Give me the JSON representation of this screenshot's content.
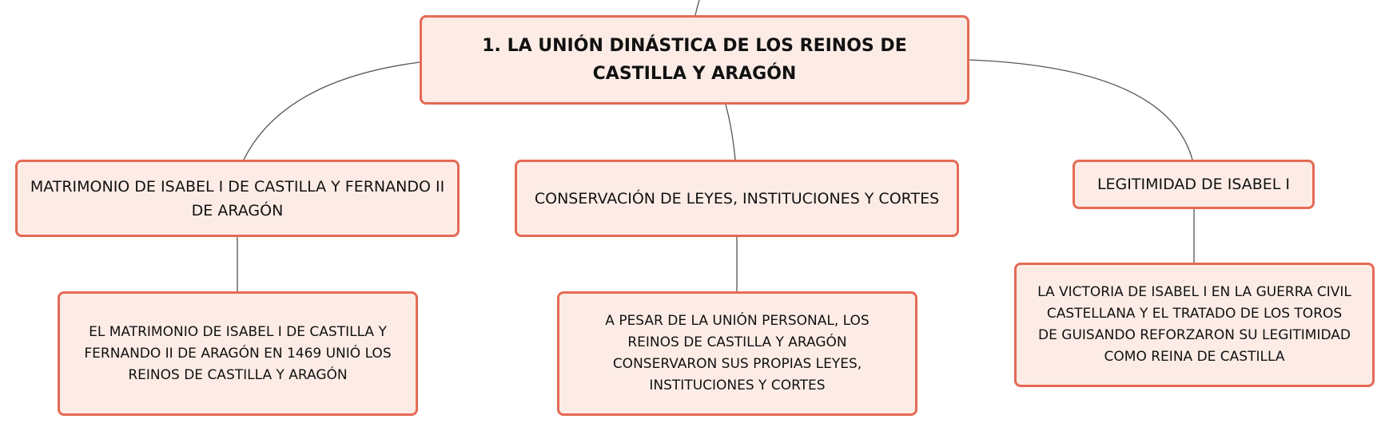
{
  "colors": {
    "node_fill": "#fdece6",
    "node_border": "#e56a56",
    "connector": "#555555",
    "text": "#111111"
  },
  "root": {
    "label": "1. LA UNIÓN DINÁSTICA DE LOS REINOS DE CASTILLA Y ARAGÓN"
  },
  "branches": [
    {
      "label": "MATRIMONIO DE ISABEL I DE CASTILLA Y FERNANDO II DE ARAGÓN",
      "detail": "EL MATRIMONIO DE ISABEL I DE CASTILLA Y FERNANDO II DE ARAGÓN EN 1469 UNIÓ LOS REINOS DE CASTILLA Y ARAGÓN"
    },
    {
      "label": "CONSERVACIÓN DE LEYES, INSTITUCIONES Y CORTES",
      "detail": "A PESAR DE LA UNIÓN PERSONAL, LOS REINOS DE CASTILLA Y ARAGÓN CONSERVARON SUS PROPIAS LEYES, INSTITUCIONES Y CORTES"
    },
    {
      "label": "LEGITIMIDAD DE ISABEL I",
      "detail": "LA VICTORIA DE ISABEL I EN LA GUERRA CIVIL CASTELLANA Y EL TRATADO DE LOS TOROS DE GUISANDO REFORZARON SU LEGITIMIDAD COMO REINA DE CASTILLA"
    }
  ]
}
